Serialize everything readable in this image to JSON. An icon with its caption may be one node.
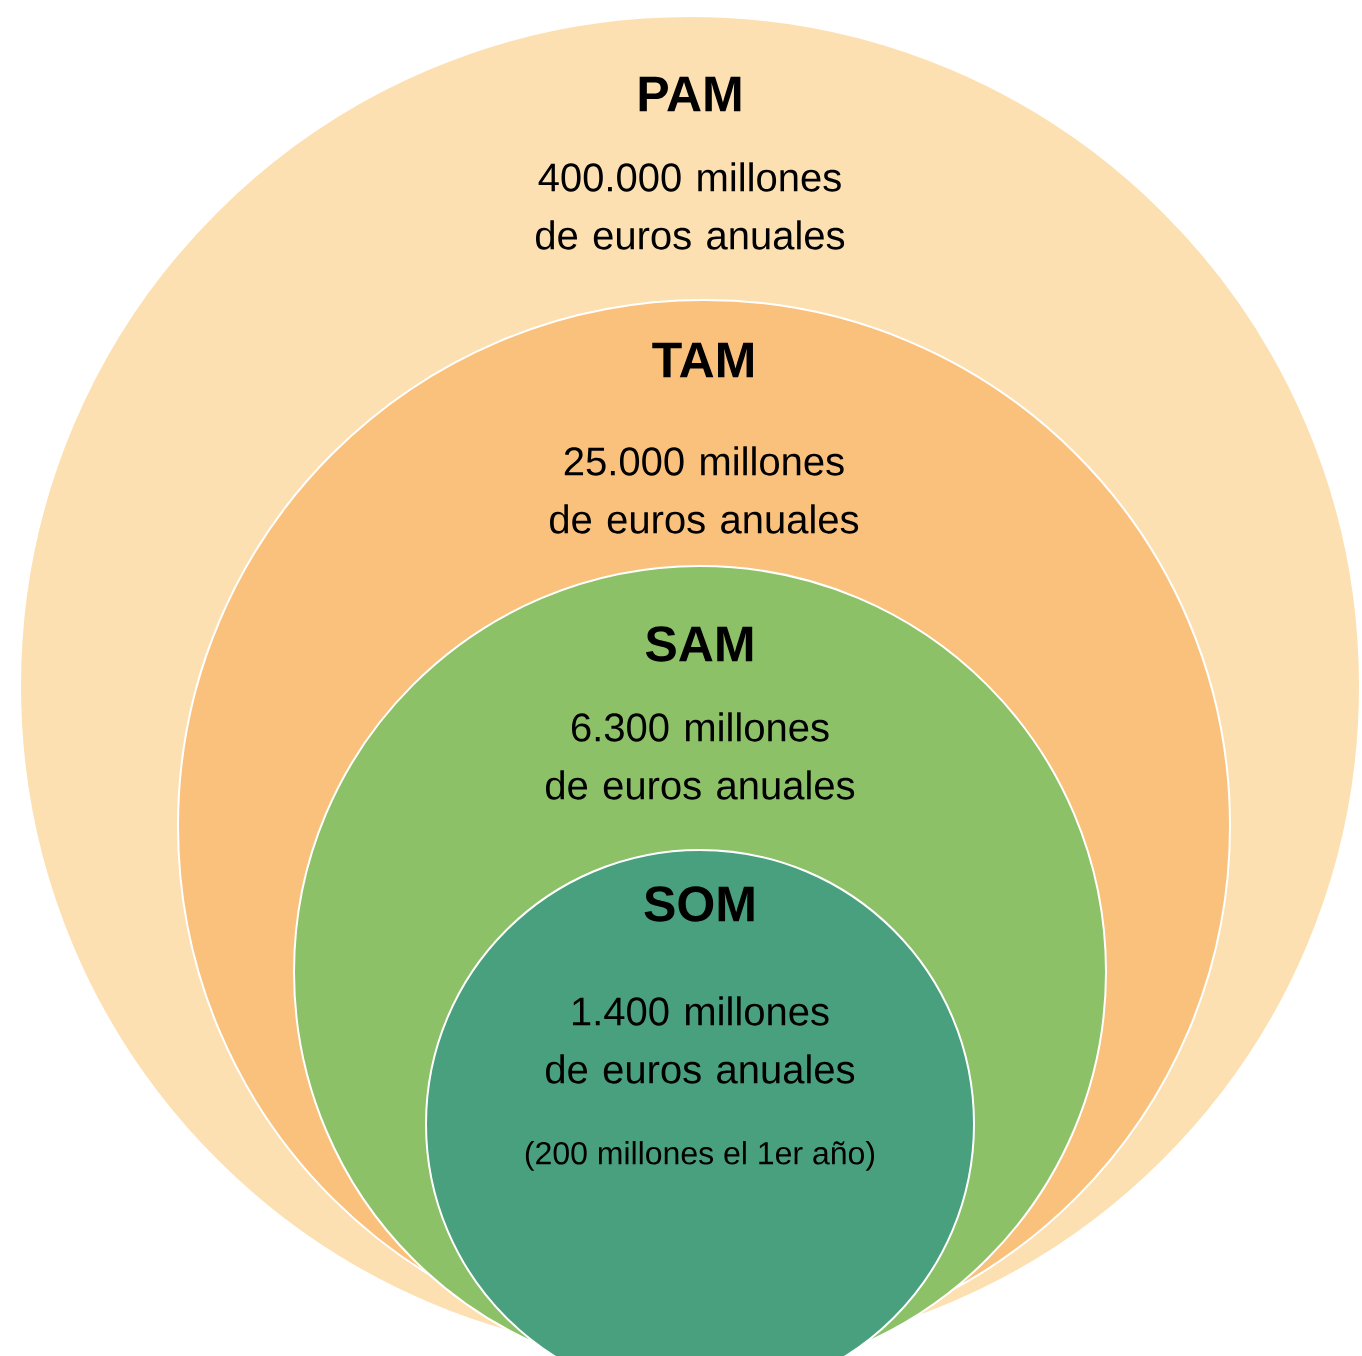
{
  "diagram": {
    "nodes": [
      {
        "text": [
          "PAM",
          "400.000 millones de euros anuales"
        ]
      },
      {
        "text": [
          "TAM",
          "25.000 millones de euros anuales"
        ],
        "in": 0
      },
      {
        "text": [
          "SAM",
          "6.300 millones de euros anuales"
        ],
        "in": 1
      },
      {
        "text": [
          "SOM",
          "1.400 millones de euros anuales",
          "(200 millones el 1er año)"
        ],
        "in": 2
      }
    ]
  }
}
